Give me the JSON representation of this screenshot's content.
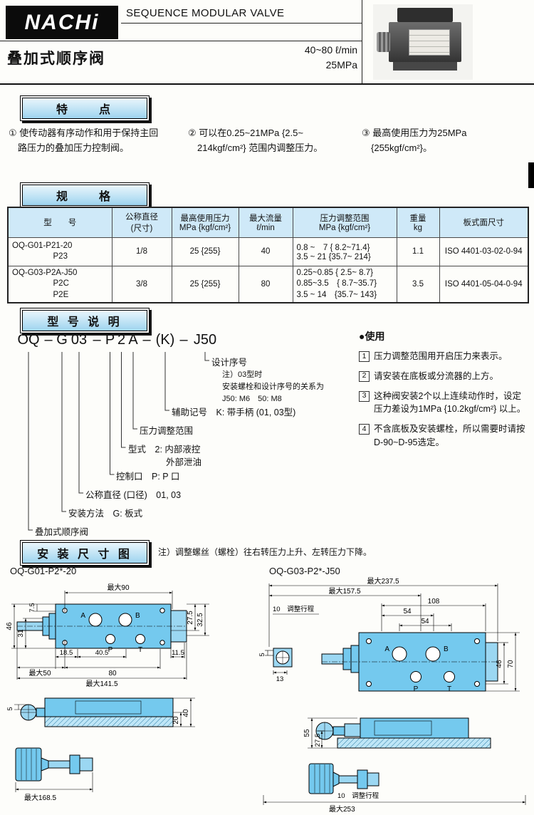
{
  "header": {
    "brand": "NACHi",
    "title_en": "SEQUENCE MODULAR VALVE",
    "title_zh": "叠加式顺序阀",
    "flow": "40~80 ℓ/min",
    "pressure": "25MPa"
  },
  "features": {
    "heading": "特　　点",
    "items": [
      "① 使传动器有序动作和用于保持主回\n　路压力的叠加压力控制阀。",
      "② 可以在0.25~21MPa {2.5~\n　214kgf/cm²} 范围内调整压力。",
      "③ 最高使用压力为25MPa\n　{255kgf/cm²}。"
    ]
  },
  "specs": {
    "heading": "规　　格",
    "columns": [
      "型　　号",
      "公称直径\n(尺寸)",
      "最高使用压力\nMPa {kgf/cm²}",
      "最大流量\nℓ/min",
      "压力调整范围\nMPa {kgf/cm²}",
      "重量\nkg",
      "板式面尺寸"
    ],
    "rows": [
      {
        "model": "OQ-G01-P21-20\n　　　　　P23",
        "size": "1/8",
        "max_pressure": "25 {255}",
        "max_flow": "40",
        "range": "0.8 ~　7 {  8.2~71.4}\n3.5 ~ 21 {35.7~ 214}",
        "weight": "1.1",
        "face": "ISO 4401-03-02-0-94"
      },
      {
        "model": "OQ-G03-P2A-J50\n　　　　　P2C\n　　　　　P2E",
        "size": "3/8",
        "max_pressure": "25 {255}",
        "max_flow": "80",
        "range": "0.25~0.85 { 2.5~  8.7}\n0.85~3.5　{ 8.7~35.7}\n3.5 ~ 14　{35.7~ 143}",
        "weight": "3.5",
        "face": "ISO 4401-05-04-0-94"
      }
    ]
  },
  "model_code": {
    "heading": "型 号 说 明",
    "parts": [
      "OQ",
      "–",
      "G",
      "03",
      "–",
      "P",
      "2",
      "A",
      "–",
      "(K)",
      "–",
      "J50"
    ],
    "labels": {
      "design_no": "设计序号",
      "design_note1": "注）03型时",
      "design_note2": "安装螺栓和设计序号的关系为",
      "design_note3": "J50: M6　50: M8",
      "aux": "辅助记号　K: 带手柄 (01, 03型)",
      "range": "压力调整范围",
      "type1": "型式　2: 内部液控",
      "type2": "外部泄油",
      "port": "控制口　P: P 口",
      "diameter": "公称直径 (口径)　01, 03",
      "mounting": "安装方法　G: 板式",
      "valve": "叠加式顺序阀"
    }
  },
  "usage": {
    "heading": "●使用",
    "notes": [
      {
        "num": "1",
        "text": "压力调整范围用开启压力来表示。"
      },
      {
        "num": "2",
        "text": "请安装在底板或分流器的上方。"
      },
      {
        "num": "3",
        "text": "这种阀安装2个以上连续动作时，设定压力差设为1MPa {10.2kgf/cm²} 以上。"
      },
      {
        "num": "4",
        "text": "不含底板及安装螺栓，所以需要时请按D-90~D-95选定。"
      }
    ]
  },
  "installation": {
    "heading": "安 装 尺 寸 图",
    "note": "注）调整螺丝（螺栓）往右转压力上升、左转压力下降。",
    "left_title": "OQ-G01-P2*-20",
    "right_title": "OQ-G03-P2*-J50"
  },
  "dims_left": {
    "w_top": "最大90",
    "h46": "46",
    "h31": "31",
    "h75": "7.5",
    "r275": "27.5",
    "r325": "32.5",
    "b185": "18.5",
    "b405": "40.5",
    "b115": "11.5",
    "w50": "最大50",
    "b80": "80",
    "w1415": "最大141.5",
    "s5": "5",
    "s20": "20",
    "s40": "40",
    "k1685": "最大168.5",
    "pA": "A",
    "pB": "B",
    "pP": "P",
    "pT": "T"
  },
  "dims_right": {
    "w2375": "最大237.5",
    "w1575": "最大157.5",
    "w108": "108",
    "w54a": "54",
    "w54b": "54",
    "stroke1": "10　调整行程",
    "d13": "13",
    "d5": "5",
    "r46": "46",
    "r70": "70",
    "s55": "55",
    "s275": "27.5",
    "stroke2": "10　调整行程",
    "w253": "最大253",
    "pA": "A",
    "pB": "B",
    "pP": "P",
    "pT": "T"
  }
}
